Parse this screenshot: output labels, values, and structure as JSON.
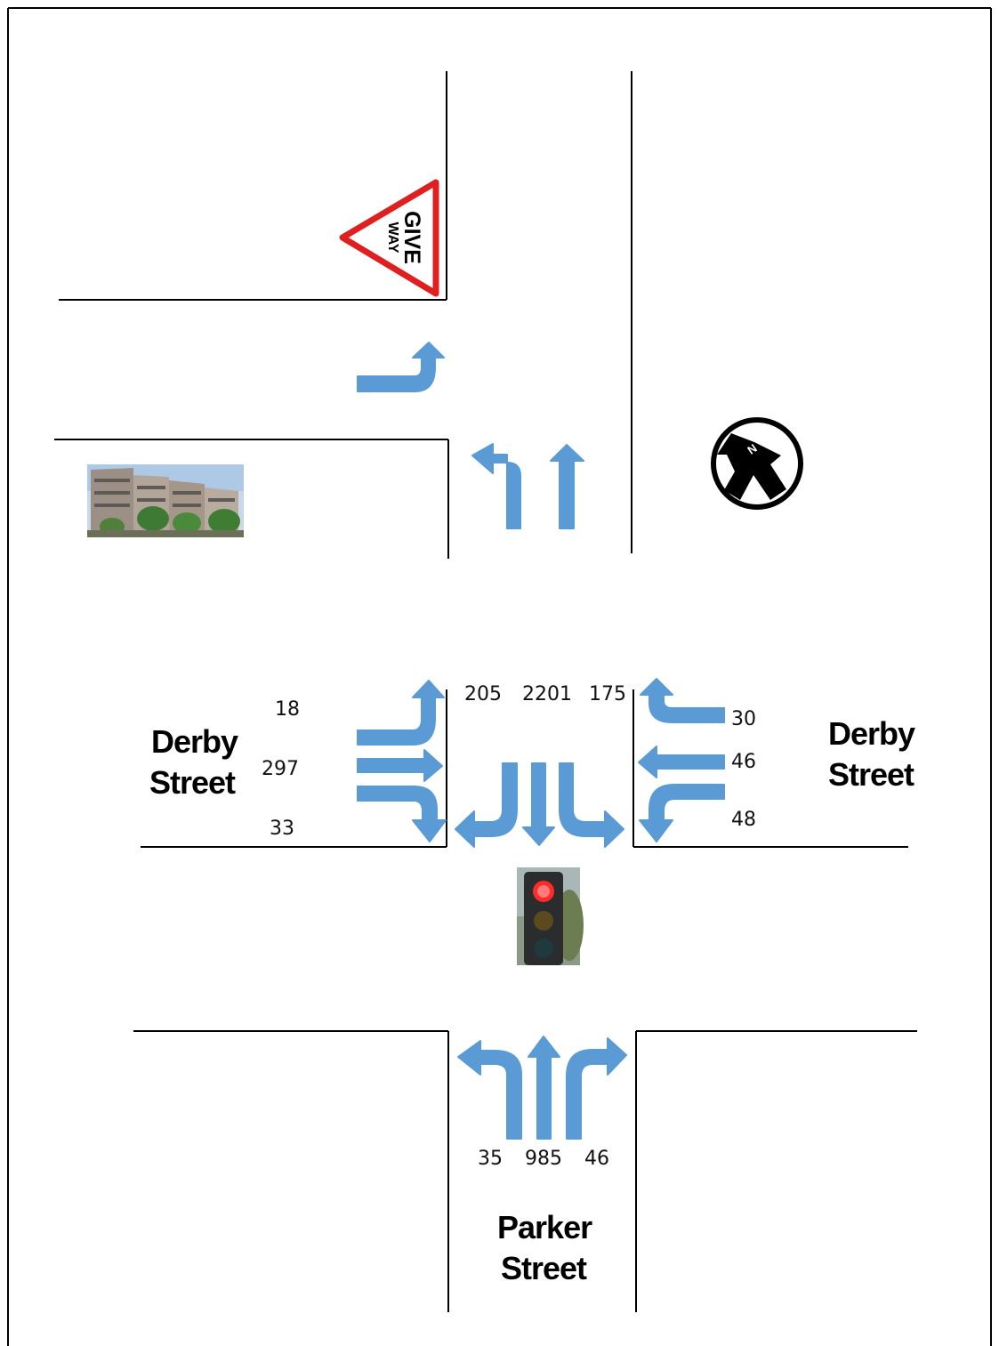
{
  "give_way_sign": {
    "line1": "GIVE",
    "line2": "WAY"
  },
  "north_arrow": {
    "letter": "N"
  },
  "counts": {
    "north_approach": {
      "right_turn": "205",
      "through": "2201",
      "left_turn": "175"
    },
    "west_approach": {
      "left_turn": "18",
      "through": "297",
      "right_turn": "33"
    },
    "east_approach": {
      "right_turn": "30",
      "through": "46",
      "left_turn": "48"
    },
    "south_approach": {
      "left_turn": "35",
      "through": "985",
      "right_turn": "46"
    }
  },
  "streets": {
    "west": {
      "line1": "Derby",
      "line2": "Street"
    },
    "east": {
      "line1": "Derby",
      "line2": "Street"
    },
    "south": {
      "line1": "Parker",
      "line2": "Street"
    }
  },
  "colors": {
    "arrow": "#5b9bd5",
    "road_line": "#000000",
    "sign_border": "#e02020",
    "signal_red": "#ff2a2a"
  },
  "icons": {
    "traffic_light": "traffic-light-icon",
    "building_photo": "apartment-building-photo",
    "compass": "north-arrow-icon",
    "sign": "give-way-sign-icon"
  }
}
